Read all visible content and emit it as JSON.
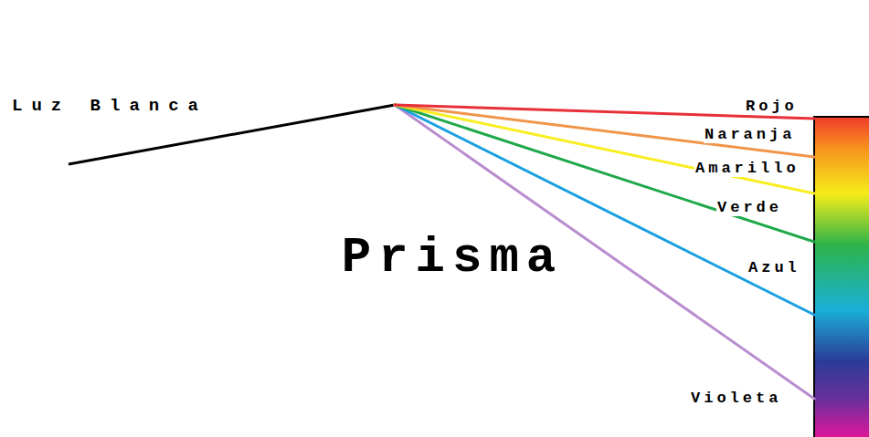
{
  "diagram": {
    "nodes": [
      {
        "text": [
          "Prisma"
        ]
      }
    ],
    "labels": [
      "Luz Blanca",
      "Rojo",
      "Naranja",
      "Amarillo",
      "Verde",
      "Azul",
      "Violeta"
    ]
  }
}
